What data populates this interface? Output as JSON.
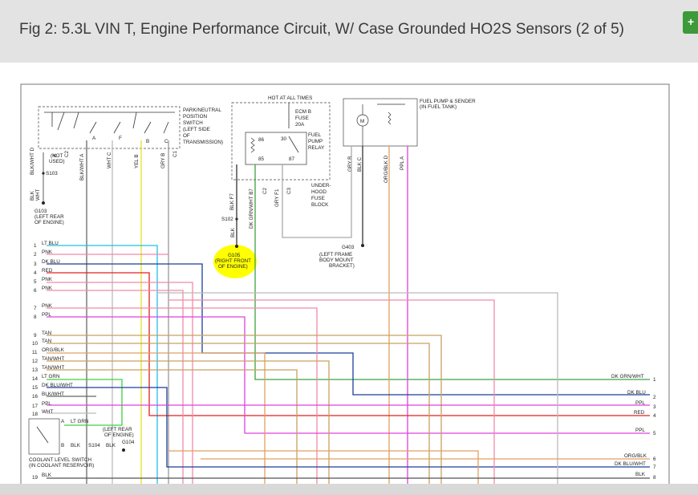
{
  "header": {
    "title": "Fig 2: 5.3L VIN T, Engine Performance Circuit, W/ Case Grounded HO2S Sensors (2 of 5)"
  },
  "components": {
    "park_neutral": "PARK/NEUTRAL\nPOSITION\nSWITCH\n(LEFT SIDE\nOF\nTRANSMISSION)",
    "hot_at_all_times": "HOT AT ALL TIMES",
    "ecm_fuse": "ECM B\nFUSE\n20A",
    "fuel_pump_relay": "FUEL\nPUMP\nRELAY",
    "underhood_fuse_block": "UNDER-\nHOOD\nFUSE\nBLOCK",
    "fuel_pump_sender": "FUEL PUMP & SENDER\n(IN FUEL TANK)",
    "g103": "G103\n(LEFT REAR\nOF ENGINE)",
    "g105": "G105\n(RIGHT FRONT\nOF ENGINE)",
    "g403": "G403",
    "g403_desc": "(LEFT FRAME\nBODY MOUNT\nBRACKET)",
    "s102": "S102",
    "s103": "S103",
    "s104": "S104",
    "g104": "G104",
    "g104_desc": "(LEFT REAR\nOF ENGINE)",
    "coolant_switch": "COOLANT LEVEL SWITCH\n(IN COOLANT RESERVOIR)",
    "not_used": "(NOT\nUSED)"
  },
  "left_connector_rows": [
    {
      "pin": "1",
      "label": "LT BLU",
      "color": "#22c0e8"
    },
    {
      "pin": "2",
      "label": "PNK",
      "color": "#f08aa8"
    },
    {
      "pin": "3",
      "label": "DK BLU",
      "color": "#1a3f9a"
    },
    {
      "pin": "4",
      "label": "RED",
      "color": "#e02020"
    },
    {
      "pin": "5",
      "label": "PNK",
      "color": "#f08aa8"
    },
    {
      "pin": "6",
      "label": "PNK",
      "color": "#f08aa8"
    },
    {
      "pin": "7",
      "label": "PNK",
      "color": "#f08aa8"
    },
    {
      "pin": "8",
      "label": "PPL",
      "color": "#e020e0"
    },
    {
      "pin": "9",
      "label": "TAN",
      "color": "#c8a060"
    },
    {
      "pin": "10",
      "label": "TAN",
      "color": "#c8a060"
    },
    {
      "pin": "11",
      "label": "ORG/BLK",
      "color": "#e0a060"
    },
    {
      "pin": "12",
      "label": "TAN/WHT",
      "color": "#c8a060"
    },
    {
      "pin": "13",
      "label": "TAN/WHT",
      "color": "#c8a060"
    },
    {
      "pin": "14",
      "label": "LT GRN",
      "color": "#40d040"
    },
    {
      "pin": "15",
      "label": "DK BLU/WHT",
      "color": "#1a3f9a"
    },
    {
      "pin": "16",
      "label": "BLK/WHT",
      "color": "#555555"
    },
    {
      "pin": "17",
      "label": "PPL",
      "color": "#e020e0"
    },
    {
      "pin": "18",
      "label": "WHT",
      "color": "#999999"
    },
    {
      "pin": "19",
      "label": "BLK",
      "color": "#333333"
    }
  ],
  "right_connector_rows": [
    {
      "pin": "1",
      "label": "DK GRN/WHT"
    },
    {
      "pin": "2",
      "label": "DK BLU"
    },
    {
      "pin": "3",
      "label": "PPL"
    },
    {
      "pin": "4",
      "label": "RED"
    },
    {
      "pin": "5",
      "label": "PPL"
    },
    {
      "pin": "6",
      "label": "ORG/BLK"
    },
    {
      "pin": "7",
      "label": "DK BLU/WHT"
    },
    {
      "pin": "8",
      "label": "BLK"
    }
  ],
  "vertical_labels": {
    "blk_wht_d": "BLK/WHT D",
    "a_j": "A",
    "c2": "C2",
    "blk_wht_a": "BLK/WHT A",
    "wht_c": "WHT C",
    "yel_b": "YEL B",
    "gry_b": "GRY B",
    "c1": "C1",
    "blk_wht_2": "BLK\nWHT",
    "blk_f7": "BLK F7",
    "dkgrn_wht_b7": "DK GRN/WHT B7",
    "c2b": "C2",
    "gry_f1": "GRY F1",
    "c3": "C3",
    "gry_b2": "GRY B",
    "blk_c": "BLK C",
    "org_blk_d": "ORG/BLK D",
    "ppl_a": "PPL A",
    "blk_s102": "BLK"
  },
  "switch_letters": {
    "a": "A",
    "f": "F",
    "b": "B",
    "c": "C"
  },
  "relay_pins": {
    "p86": "86",
    "p85": "85",
    "p30": "30",
    "p87": "87"
  },
  "coolant_pins": {
    "a": "A",
    "b": "B"
  },
  "coolant_wires": {
    "a": "LT GRN",
    "b": "BLK",
    "b2": "BLK"
  },
  "motor_label": "M",
  "highlight_color": "#ffff00"
}
